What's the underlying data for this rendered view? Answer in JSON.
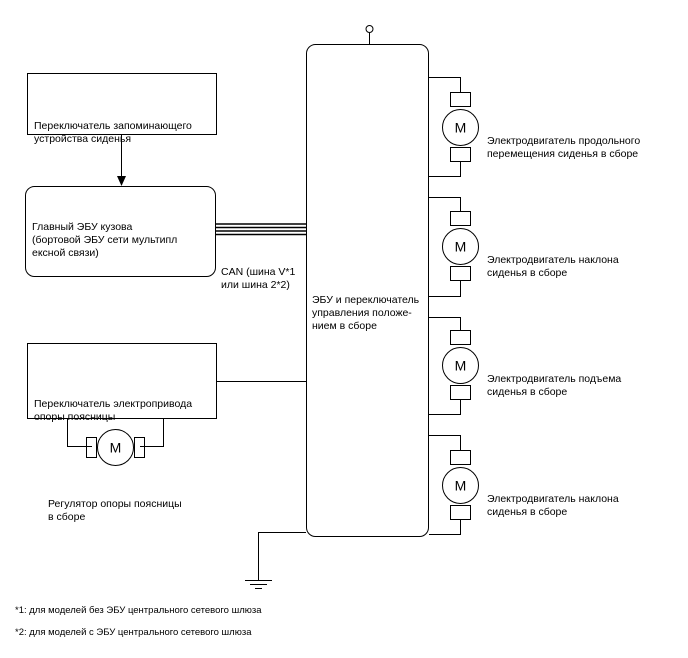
{
  "memory_switch": {
    "lines": [
      "Переключатель запоминающего",
      "устройства сиденья"
    ]
  },
  "body_ecu": {
    "lines": [
      "Главный ЭБУ кузова",
      "(бортовой ЭБУ сети мультипл",
      "ексной связи)"
    ]
  },
  "can_label": {
    "lines": [
      "CAN (шина V*1",
      "или шина 2*2)"
    ]
  },
  "main_ecu": {
    "lines": [
      "ЭБУ и переключатель",
      "управления положе-",
      "нием в сборе"
    ]
  },
  "lumbar_switch": {
    "lines": [
      "Переключатель электропривода",
      "опоры поясницы"
    ]
  },
  "lumbar_regulator": {
    "lines": [
      "Регулятор опоры поясницы",
      "в сборе"
    ]
  },
  "motor_symbol": "M",
  "motors": [
    {
      "lines": [
        "Электродвигатель продольного",
        "перемещения сиденья в сборе"
      ]
    },
    {
      "lines": [
        "Электродвигатель наклона",
        "сиденья в сборе"
      ]
    },
    {
      "lines": [
        "Электродвигатель подъема",
        "сиденья в сборе"
      ]
    },
    {
      "lines": [
        "Электродвигатель наклона",
        "сиденья в сборе"
      ]
    }
  ],
  "footnotes": [
    "*1: для моделей без ЭБУ центрального сетевого шлюза",
    "*2: для моделей с ЭБУ центрального сетевого шлюза"
  ]
}
